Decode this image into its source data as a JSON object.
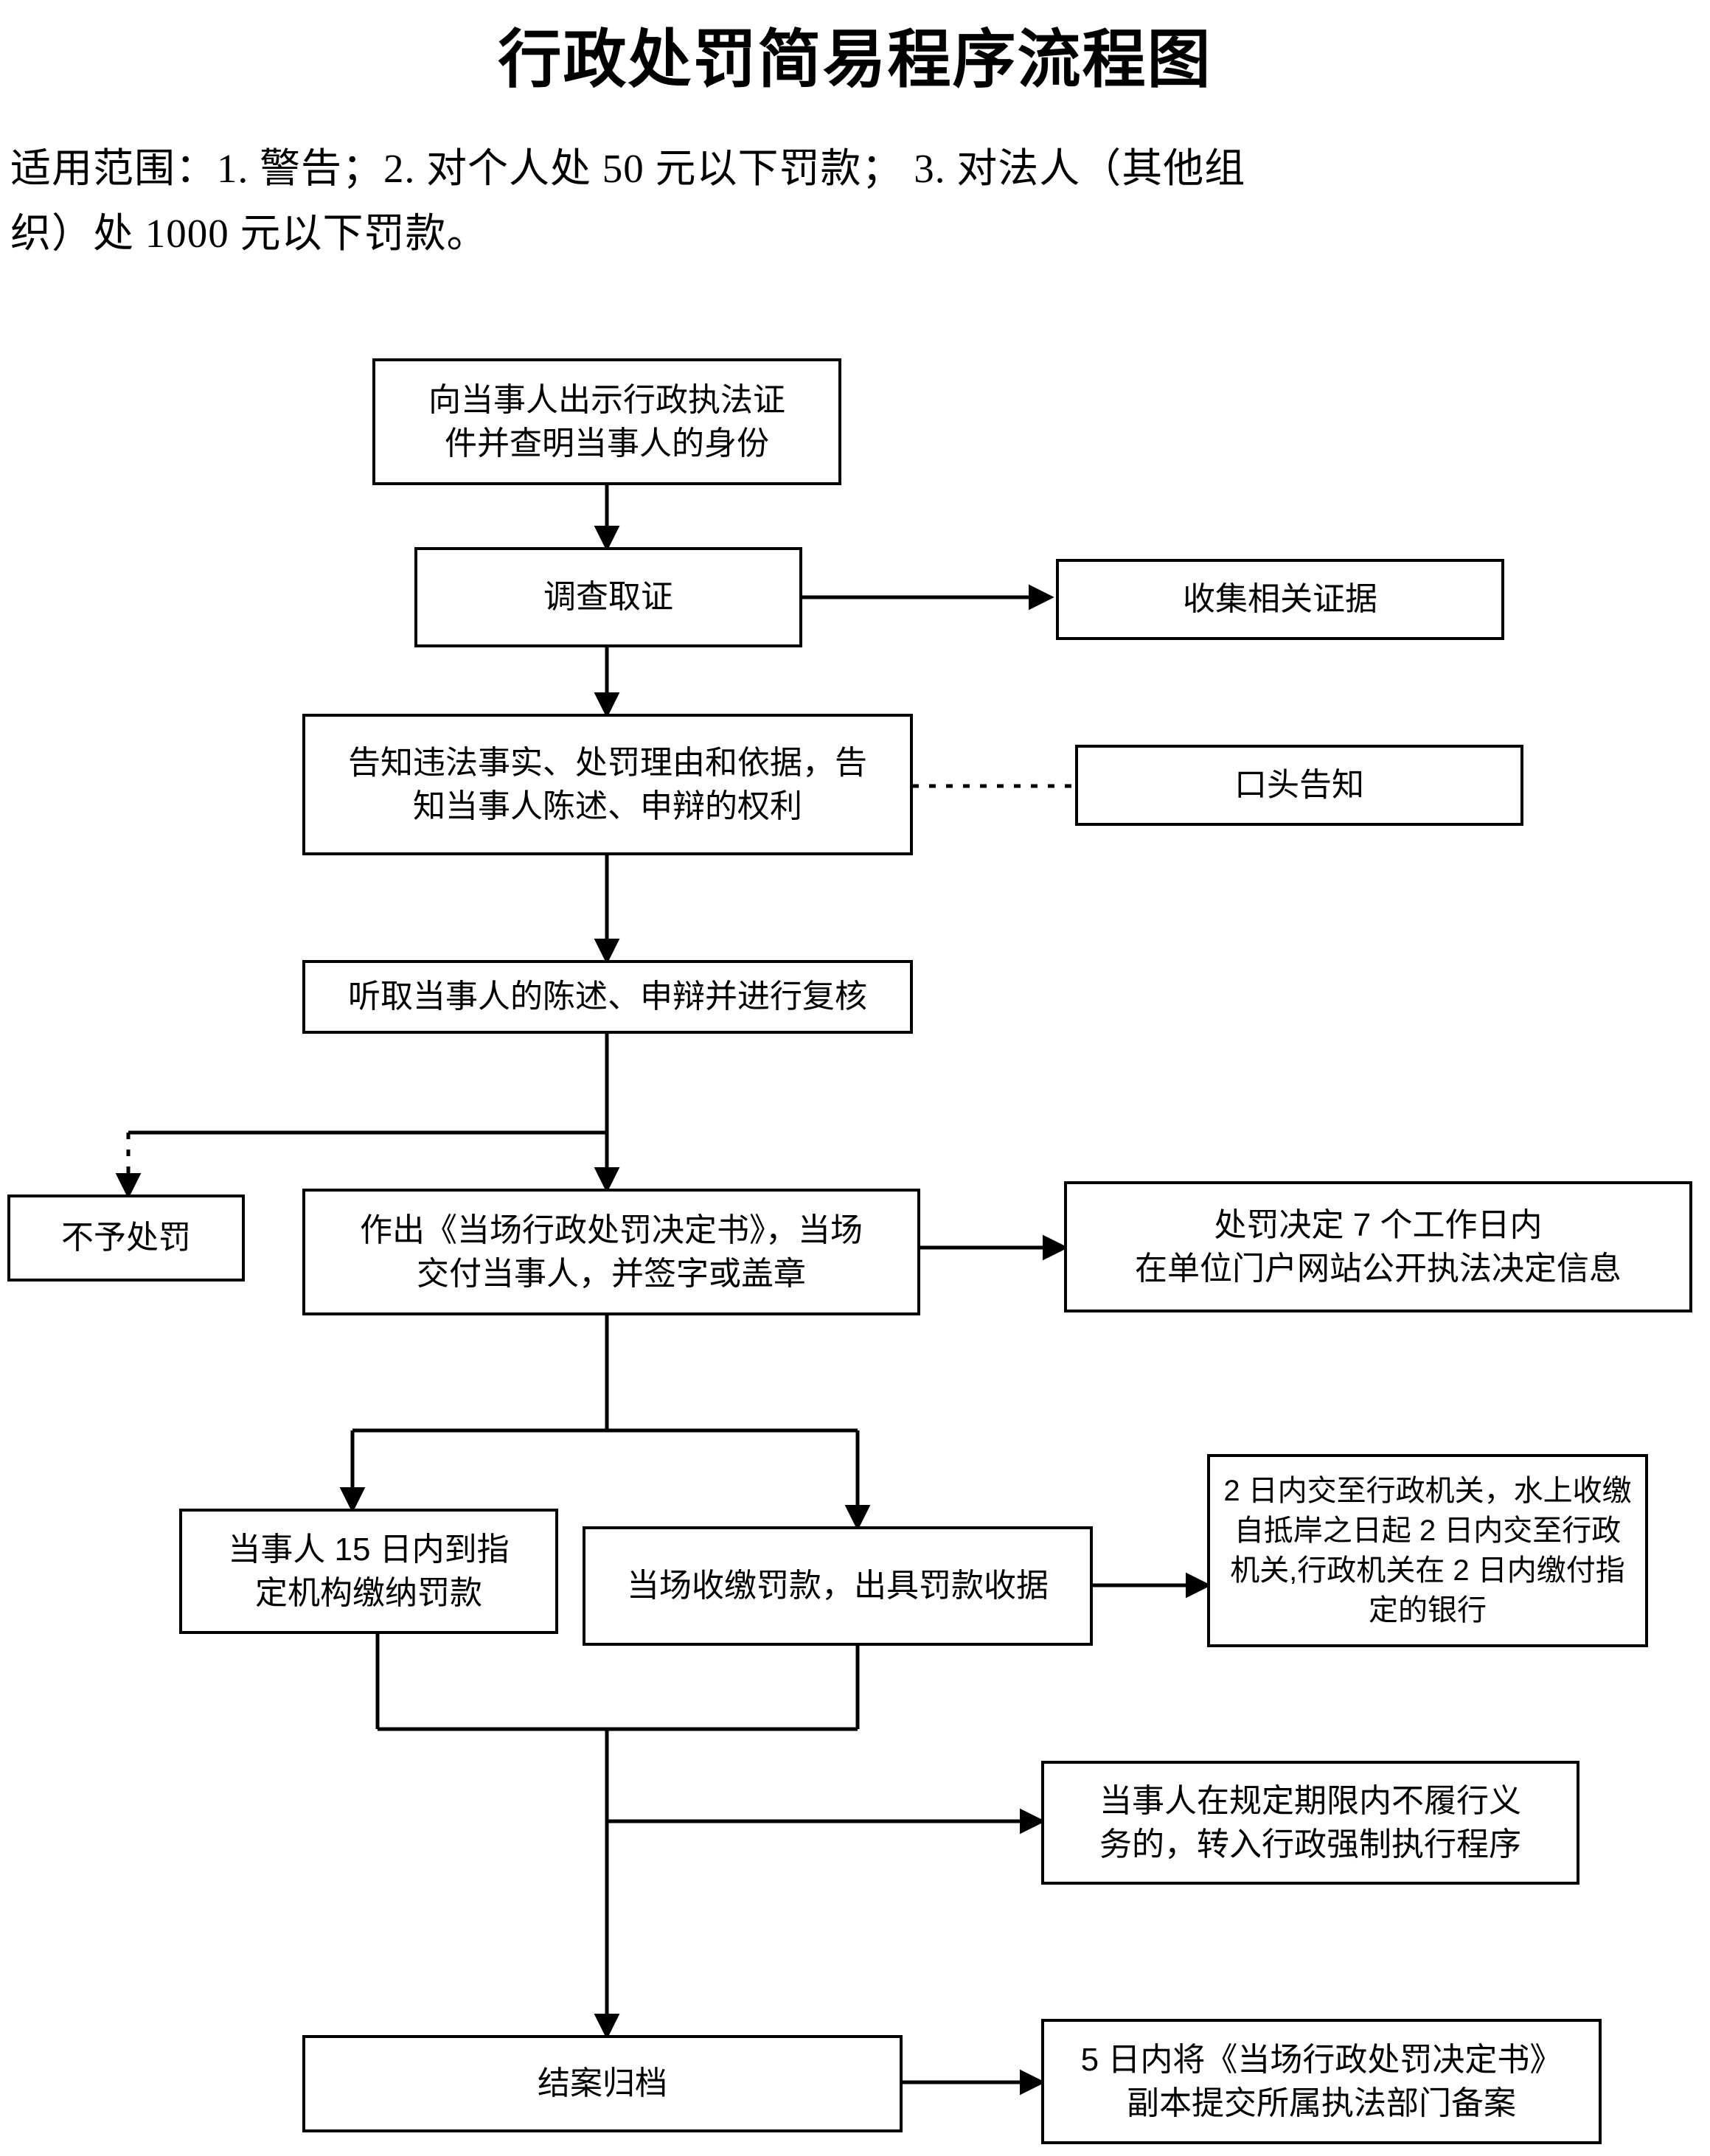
{
  "title": "行政处罚简易程序流程图",
  "scope": {
    "line1": "适用范围：1. 警告；2. 对个人处 50 元以下罚款； 3. 对法人（其他组",
    "line2": "织）处 1000 元以下罚款。"
  },
  "nodes": {
    "show_credentials": {
      "line1": "向当事人出示行政执法证",
      "line2": "件并查明当事人的身份"
    },
    "investigate": {
      "line1": "调查取证"
    },
    "collect_evidence": {
      "line1": "收集相关证据"
    },
    "inform_rights": {
      "line1": "告知违法事实、处罚理由和依据，告",
      "line2": "知当事人陈述、申辩的权利"
    },
    "oral_notice": {
      "line1": "口头告知"
    },
    "hear_statement": {
      "line1": "听取当事人的陈述、申辩并进行复核"
    },
    "no_penalty": {
      "line1": "不予处罚"
    },
    "decision": {
      "line1": "作出《当场行政处罚决定书》，当场",
      "line2": "交付当事人，并签字或盖章"
    },
    "publish_decision": {
      "line1": "处罚决定 7 个工作日内",
      "line2": "在单位门户网站公开执法决定信息"
    },
    "pay_15_days": {
      "line1": "当事人 15 日内到指",
      "line2": "定机构缴纳罚款"
    },
    "collect_onsite": {
      "line1": "当场收缴罚款，出具罚款收据"
    },
    "transfer_2_days": {
      "line1": "2 日内交至行政机关，水上收缴",
      "line2": "自抵岸之日起 2 日内交至行政",
      "line3": "机关,行政机关在 2 日内缴付指",
      "line4": "定的银行"
    },
    "compulsory_enforcement": {
      "line1": "当事人在规定期限内不履行义",
      "line2": "务的，转入行政强制执行程序"
    },
    "close_archive": {
      "line1": "结案归档"
    },
    "file_copy_5_days": {
      "line1": "5 日内将《当场行政处罚决定书》",
      "line2": "副本提交所属执法部门备案"
    }
  },
  "colors": {
    "stroke": "#000000",
    "background": "#ffffff",
    "text": "#000000"
  }
}
